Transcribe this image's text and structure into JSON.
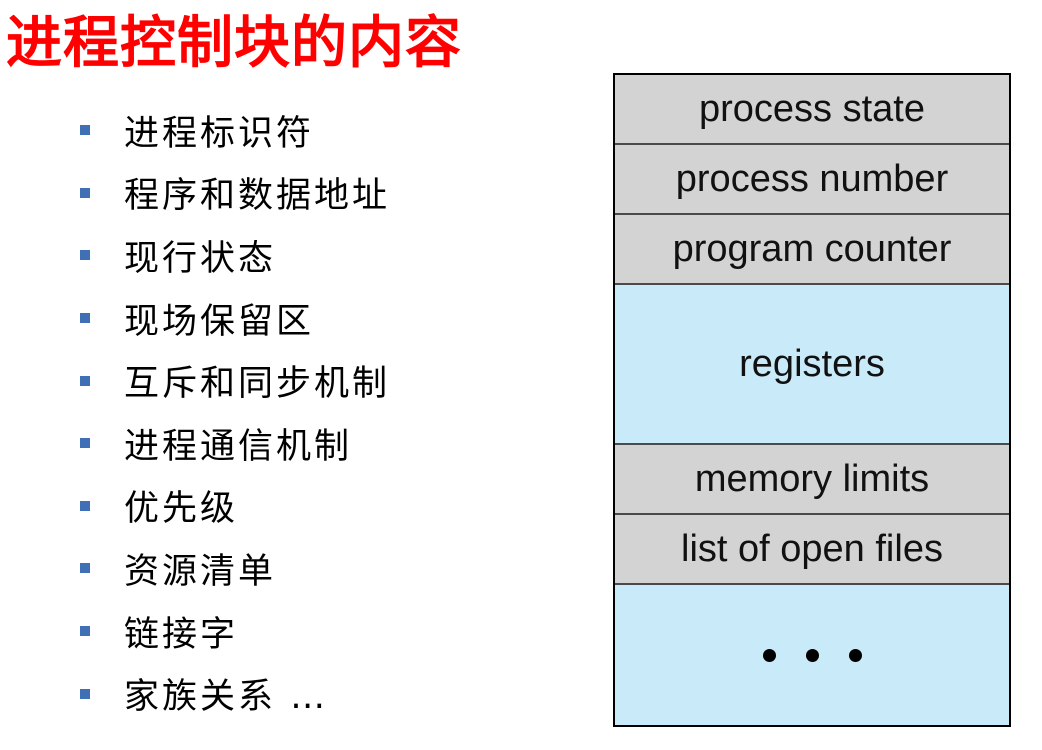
{
  "title": "进程控制块的内容",
  "bullets": [
    "进程标识符",
    "程序和数据地址",
    "现行状态",
    "现场保留区",
    "互斥和同步机制",
    "进程通信机制",
    "优先级",
    "资源清单",
    "链接字",
    "家族关系 …"
  ],
  "pcb": {
    "rows": [
      {
        "label": "process state",
        "fill": "gray"
      },
      {
        "label": "process number",
        "fill": "gray"
      },
      {
        "label": "program counter",
        "fill": "gray"
      },
      {
        "label": "registers",
        "fill": "blue"
      },
      {
        "label": "memory limits",
        "fill": "gray"
      },
      {
        "label": "list of open files",
        "fill": "gray"
      },
      {
        "label": "",
        "fill": "blue"
      }
    ],
    "colors": {
      "gray": "#d3d3d3",
      "blue": "#c9eaf8"
    }
  }
}
